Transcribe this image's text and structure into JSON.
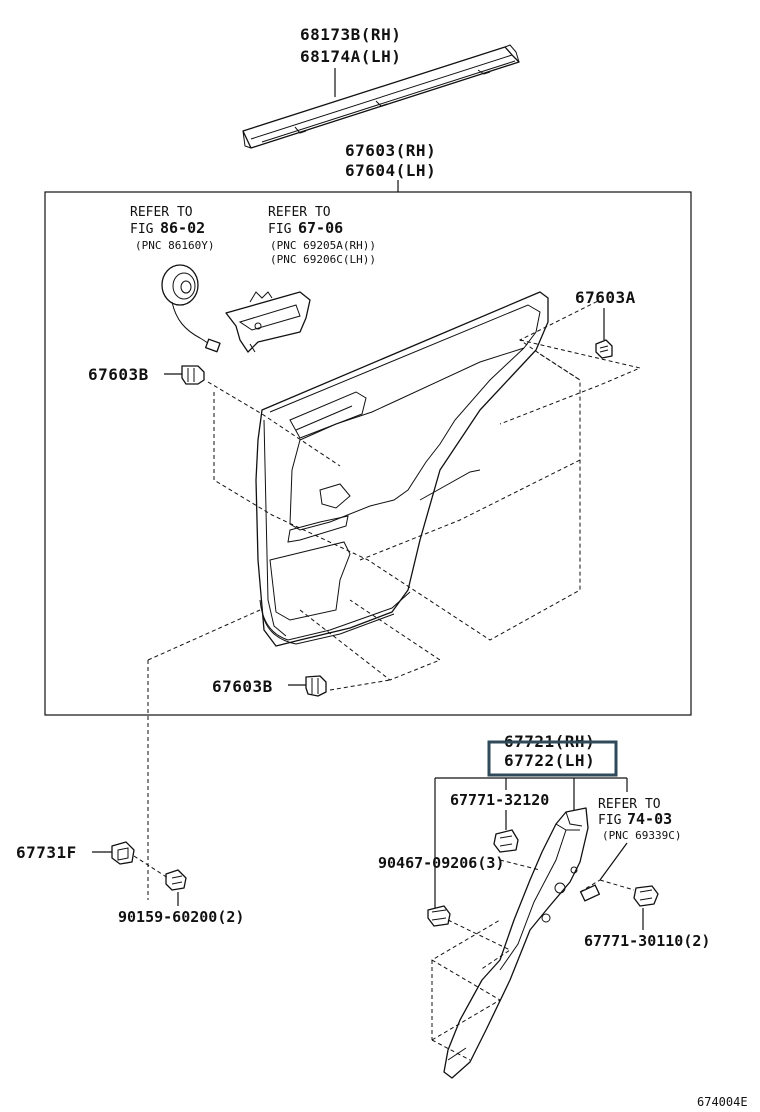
{
  "labels": {
    "glass_run_rh": "68173B(RH)",
    "glass_run_lh": "68174A(LH)",
    "door_trim_rh": "67603(RH)",
    "door_trim_lh": "67604(LH)",
    "ref1_line1": "REFER TO",
    "ref1_fig_prefix": "FIG",
    "ref1_fig": "86-02",
    "ref1_pnc": "(PNC 86160Y)",
    "ref2_line1": "REFER TO",
    "ref2_fig_prefix": "FIG",
    "ref2_fig": "67-06",
    "ref2_pnc1": "(PNC 69205A(RH))",
    "ref2_pnc2": "(PNC 69206C(LH))",
    "clip_a": "67603A",
    "clip_b_upper": "67603B",
    "clip_b_lower": "67603B",
    "pad_rh": "67721(RH)",
    "pad_lh": "67722(LH)",
    "clip_32120": "67771-32120",
    "ref3_line1": "REFER TO",
    "ref3_fig_prefix": "FIG",
    "ref3_fig": "74-03",
    "ref3_pnc": "(PNC 69339C)",
    "screw_09206": "90467-09206(3)",
    "clip_30110": "67771-30110(2)",
    "bracket_f": "67731F",
    "screw_60200": "90159-60200(2)",
    "figure_id": "674004E"
  },
  "highlight_color": "#2f4a5a"
}
